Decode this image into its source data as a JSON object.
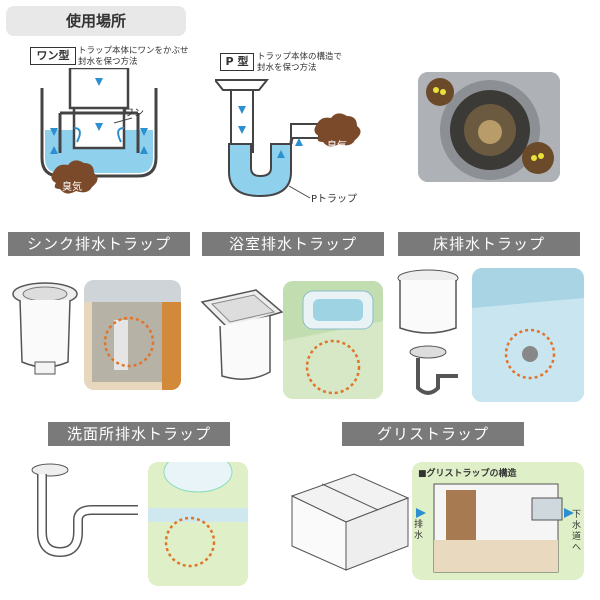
{
  "header": {
    "title": "使用場所"
  },
  "trap_types": [
    {
      "label": "ワン型",
      "note_line1": "トラップ本体にワンをかぶせ",
      "note_line2": "封水を保つ方法",
      "part_label": "ワン",
      "odor_label": "臭気"
    },
    {
      "label": "P 型",
      "note_line1": "トラップ本体の構造で",
      "note_line2": "封水を保つ方法",
      "part_label": "Pトラップ",
      "odor_label": "臭気"
    }
  ],
  "sections": {
    "sink": "シンク排水トラップ",
    "bath": "浴室排水トラップ",
    "floor": "床排水トラップ",
    "washroom": "洗面所排水トラップ",
    "grease": "グリストラップ"
  },
  "grease_diagram": {
    "title": "■グリストラップの構造",
    "inlet": "排水",
    "outlet": "下水道へ"
  },
  "colors": {
    "band": "#7a7a7a",
    "water": "#8fd0ec",
    "odor": "#7b4a2a",
    "arrow": "#2b8fd0",
    "dashed_circle": "#e0742b",
    "green_bg": "#dff0c8"
  }
}
